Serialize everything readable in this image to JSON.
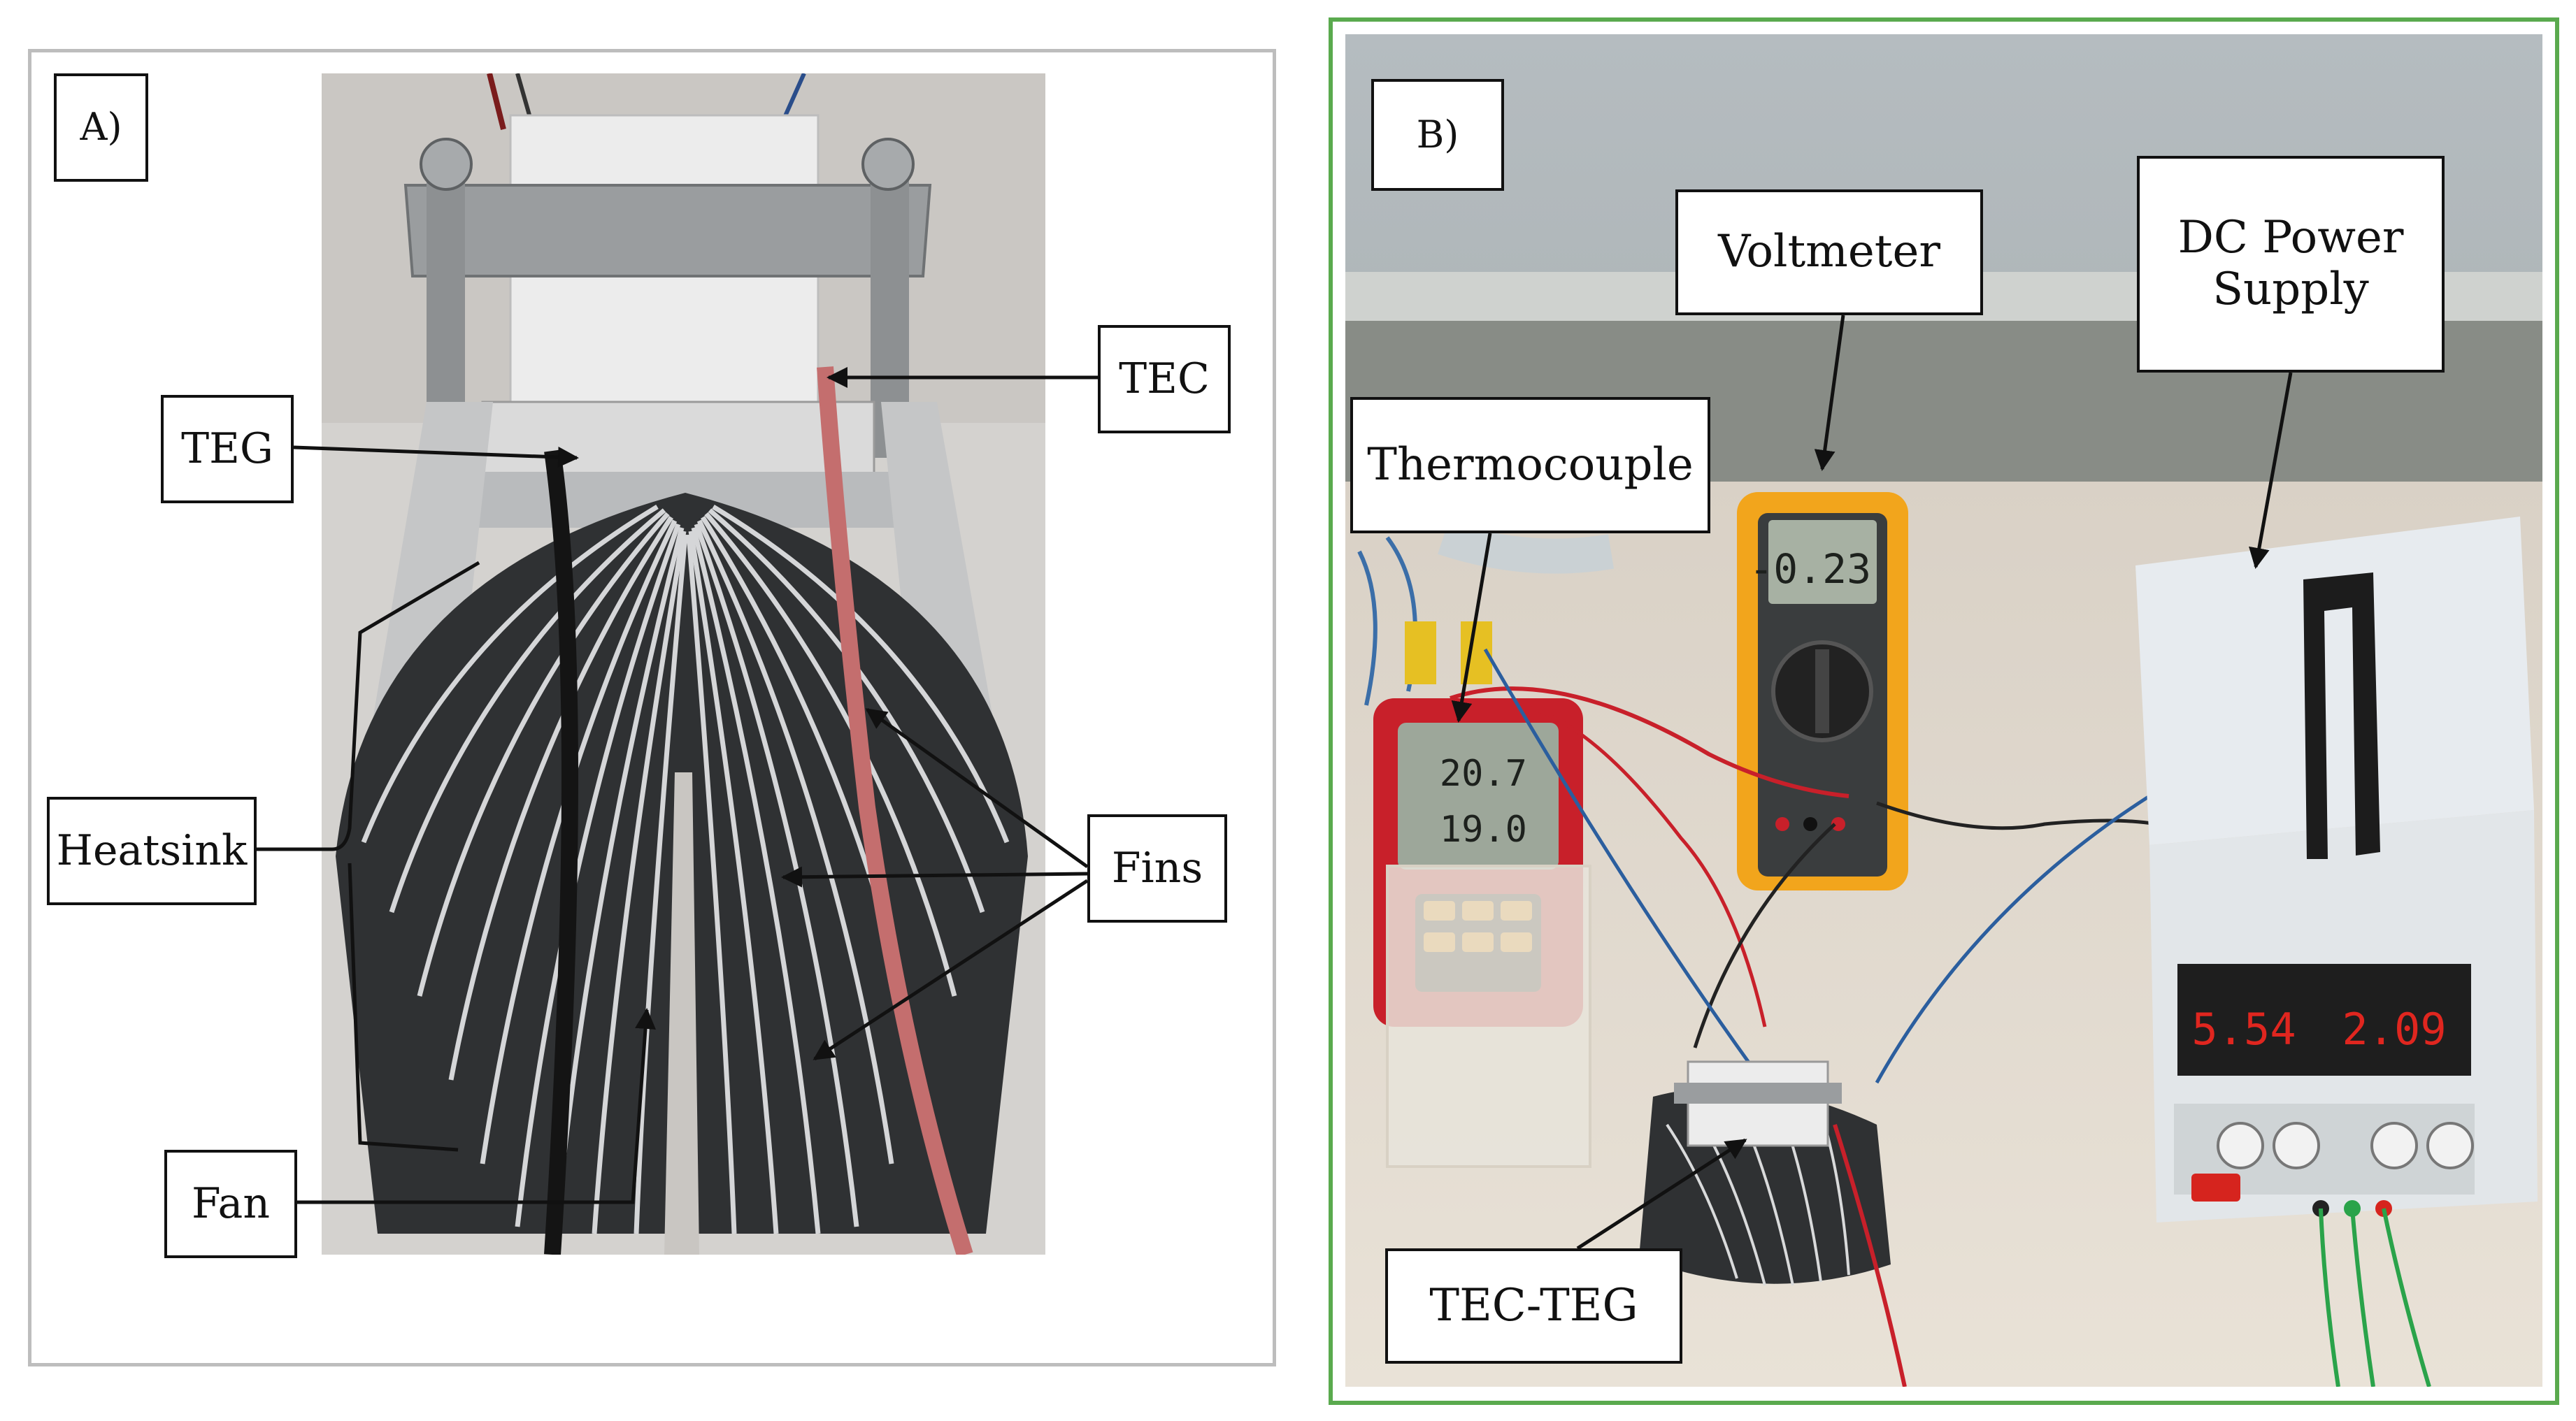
{
  "panel_a": {
    "tag": "A)",
    "labels": {
      "tec": "TEC",
      "teg": "TEG",
      "heatsink": "Heatsink",
      "fins": "Fins",
      "fan": "Fan"
    }
  },
  "panel_b": {
    "tag": "B)",
    "labels": {
      "voltmeter": "Voltmeter",
      "dc_power_supply": "DC Power Supply",
      "thermocouple": "Thermocouple",
      "tec_teg": "TEC-TEG"
    },
    "readouts": {
      "thermo_top": "20.7",
      "thermo_bottom": "19.0",
      "voltmeter": "-0.23",
      "psu_voltage": "5.54",
      "psu_current": "2.09"
    }
  },
  "colors": {
    "panel_b_border": "#5aaa4e",
    "panel_a_border": "#bdbdbd",
    "thermometer_body": "#c8202a",
    "multimeter_body": "#f2a51c",
    "psu_display": "#e0261f"
  }
}
